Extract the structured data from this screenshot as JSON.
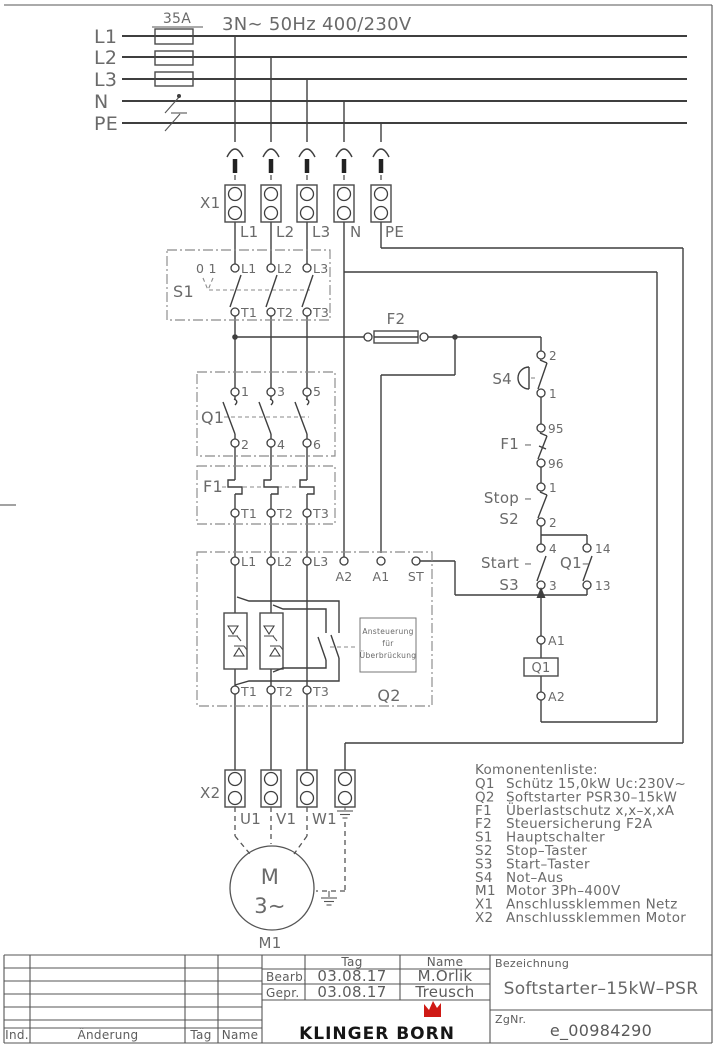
{
  "supply": {
    "fuse_label": "35A",
    "system_label": "3N∼  50Hz  400/230V",
    "lines": [
      "L1",
      "L2",
      "L3",
      "N",
      "PE"
    ]
  },
  "x1": {
    "label": "X1",
    "terminals": [
      "L1",
      "L2",
      "L3",
      "N",
      "PE"
    ]
  },
  "s1": {
    "label": "S1",
    "positions": "0 1",
    "top": [
      "L1",
      "L2",
      "L3"
    ],
    "bottom": [
      "T1",
      "T2",
      "T3"
    ]
  },
  "f2": {
    "label": "F2"
  },
  "q1": {
    "label": "Q1",
    "top": [
      "1",
      "3",
      "5"
    ],
    "bottom": [
      "2",
      "4",
      "6"
    ]
  },
  "f1": {
    "label": "F1",
    "bottom": [
      "T1",
      "T2",
      "T3"
    ]
  },
  "q2": {
    "label": "Q2",
    "top": [
      "L1",
      "L2",
      "L3",
      "A2",
      "A1",
      "ST"
    ],
    "bottom": [
      "T1",
      "T2",
      "T3"
    ],
    "bypass": [
      "Ansteuerung",
      "für",
      "Überbrückung"
    ]
  },
  "control": {
    "s4": {
      "label": "S4",
      "t1": "2",
      "t2": "1"
    },
    "f1aux": {
      "label": "F1 –",
      "t1": "95",
      "t2": "96"
    },
    "s2": {
      "action": "Stop –",
      "label": "S2",
      "t1": "1",
      "t2": "2"
    },
    "s3": {
      "action": "Start –",
      "label": "S3",
      "t1": "4",
      "t2": "3"
    },
    "q1aux": {
      "label": "Q1–",
      "t1": "14",
      "t2": "13"
    },
    "coil": {
      "label": "Q1",
      "t1": "A1",
      "t2": "A2"
    }
  },
  "x2": {
    "label": "X2",
    "terminals": [
      "U1",
      "V1",
      "W1"
    ]
  },
  "motor": {
    "symbol": "M",
    "phase": "3∼",
    "tag": "M1"
  },
  "components": {
    "title": "Komonentenliste:",
    "items": [
      {
        "ref": "Q1",
        "desc": "Schütz 15,0kW Uc:230V~"
      },
      {
        "ref": "Q2",
        "desc": "Softstarter PSR30–15kW"
      },
      {
        "ref": "F1",
        "desc": "Überlastschutz x,x–x,xA"
      },
      {
        "ref": "F2",
        "desc": "Steuersicherung F2A"
      },
      {
        "ref": "S1",
        "desc": "Hauptschalter"
      },
      {
        "ref": "S2",
        "desc": "Stop–Taster"
      },
      {
        "ref": "S3",
        "desc": "Start–Taster"
      },
      {
        "ref": "S4",
        "desc": "Not–Aus"
      },
      {
        "ref": "M1",
        "desc": "Motor 3Ph–400V"
      },
      {
        "ref": "X1",
        "desc": "Anschlussklemmen Netz"
      },
      {
        "ref": "X2",
        "desc": "Anschlussklemmen Motor"
      }
    ]
  },
  "titleblock": {
    "bearb_label": "Bearb.",
    "gepr_label": "Gepr.",
    "tag_header": "Tag",
    "name_header": "Name",
    "bearb_tag": "03.08.17",
    "bearb_name": "M.Orlik",
    "gepr_tag": "03.08.17",
    "gepr_name": "Treusch",
    "bezeichnung_label": "Bezeichnung",
    "bezeichnung": "Softstarter–15kW–PSR",
    "zgnr_label": "ZgNr.",
    "zgnr": "e_00984290",
    "company": "KLINGER BORN",
    "ind_label": "Ind.",
    "aenderung_label": "Änderung",
    "tag_label": "Tag",
    "name_label": "Name",
    "accent_red": "#cf1a15"
  }
}
